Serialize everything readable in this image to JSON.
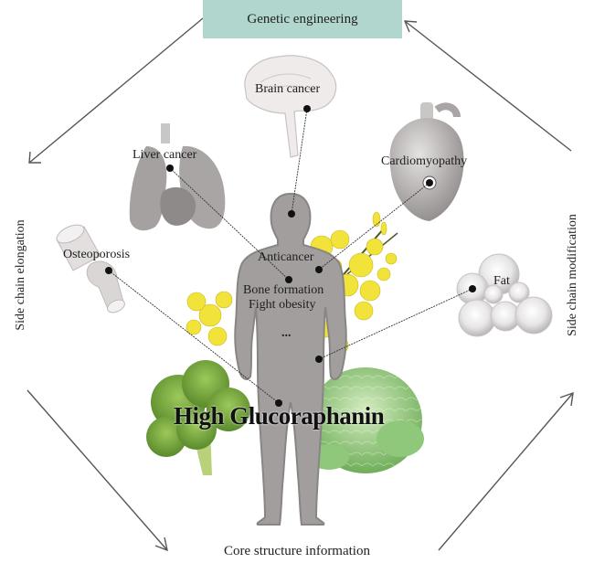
{
  "diagram": {
    "title": "High Glucoraphanin",
    "top_box": "Genetic engineering",
    "left_side": "Side chain elongation",
    "right_side": "Side chain modification",
    "bottom": "Core structure information",
    "colors": {
      "top_box": "#b1d6cd",
      "body_silhouette": "#a39e9e",
      "arrow": "#5a5555",
      "rapeseed": "#f2e33a",
      "broccoli": "#7fae3c",
      "cabbage": "#9ccc7a"
    },
    "organs": [
      {
        "id": "brain",
        "label": "Brain cancer",
        "icon": "brain-icon"
      },
      {
        "id": "liver",
        "label": "Liver cancer",
        "icon": "lungs-liver-icon"
      },
      {
        "id": "heart",
        "label": "Cardiomyopathy",
        "icon": "heart-icon"
      },
      {
        "id": "bone",
        "label": "Osteoporosis",
        "icon": "bone-joint-icon"
      },
      {
        "id": "fat",
        "label": "Fat",
        "icon": "fat-cells-icon"
      }
    ],
    "body_labels": [
      "Anticancer",
      "Bone formation",
      "Fight obesity",
      "..."
    ],
    "cycle_arrows": [
      {
        "from": "Genetic engineering",
        "to": "Side chain elongation"
      },
      {
        "from": "Side chain elongation",
        "to": "Core structure information"
      },
      {
        "from": "Core structure information",
        "to": "Side chain modification"
      },
      {
        "from": "Side chain modification",
        "to": "Genetic engineering"
      }
    ]
  }
}
